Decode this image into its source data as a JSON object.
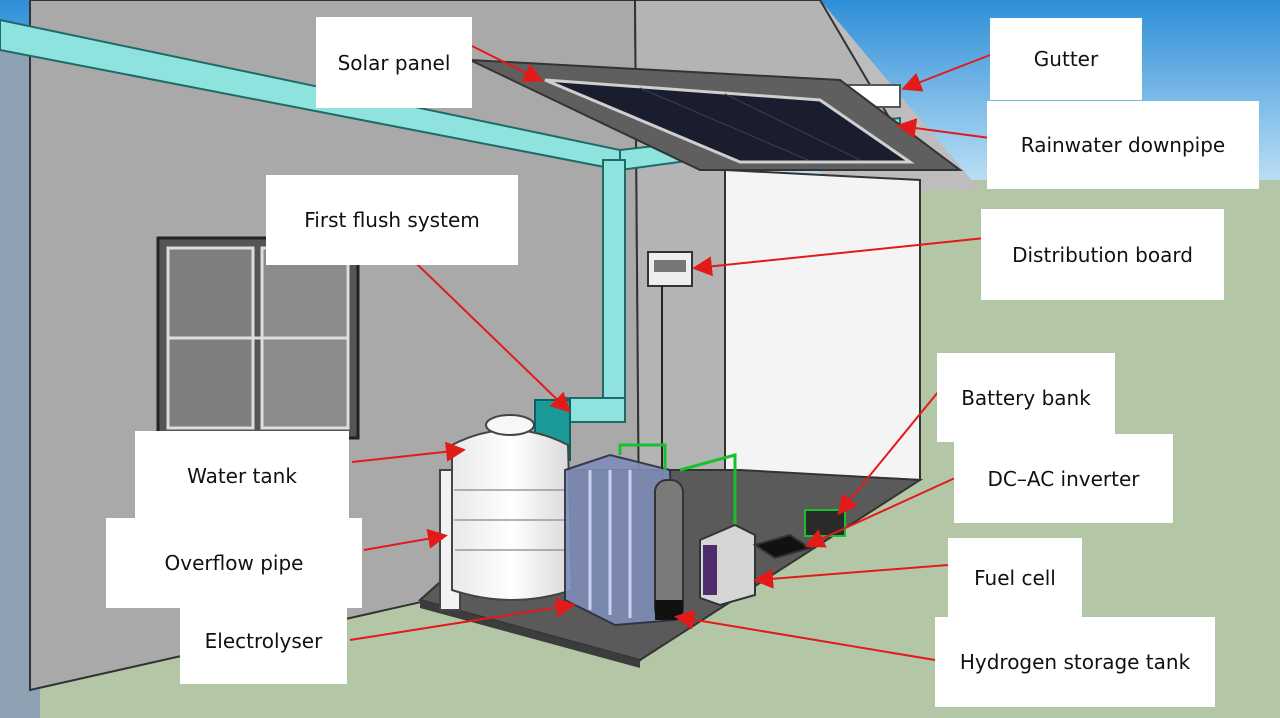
{
  "colors": {
    "sky": "#3b96dc",
    "ground": "#b3c6a6",
    "wall": "#a9a9a9",
    "pipe": "#8fe3df",
    "arrow": "#e31a1a",
    "label_bg": "#ffffff"
  },
  "labels": {
    "solar_panel": "Solar panel",
    "gutter": "Gutter",
    "rainwater_downpipe": "Rainwater downpipe",
    "first_flush_system": "First flush system",
    "distribution_board": "Distribution board",
    "battery_bank": "Battery bank",
    "dc_ac_inverter": "DC–AC inverter",
    "water_tank": "Water tank",
    "overflow_pipe": "Overflow pipe",
    "fuel_cell": "Fuel cell",
    "electrolyser": "Electrolyser",
    "hydrogen_storage_tank": "Hydrogen storage tank"
  }
}
